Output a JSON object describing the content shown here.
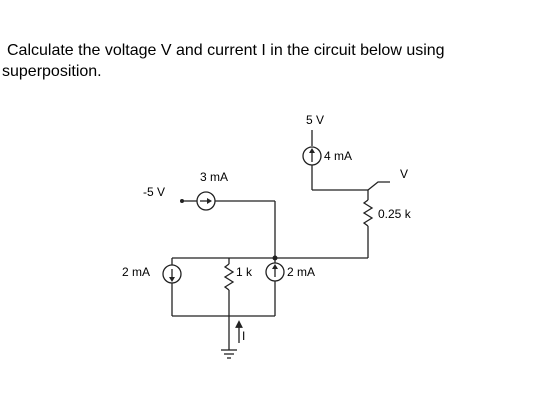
{
  "question": {
    "line1": "Calculate the voltage V and current I in the circuit below using",
    "line2": "superposition."
  },
  "circuit": {
    "supply_5v": "5 V",
    "source_4ma": "4 mA",
    "voltage_v": "V",
    "supply_neg5v": "-5 V",
    "source_3ma": "3 mA",
    "resistor_025k": "0.25 k",
    "source_2ma_left": "2 mA",
    "resistor_1k": "1 k",
    "source_2ma_right": "2 mA",
    "current_i": "I"
  }
}
